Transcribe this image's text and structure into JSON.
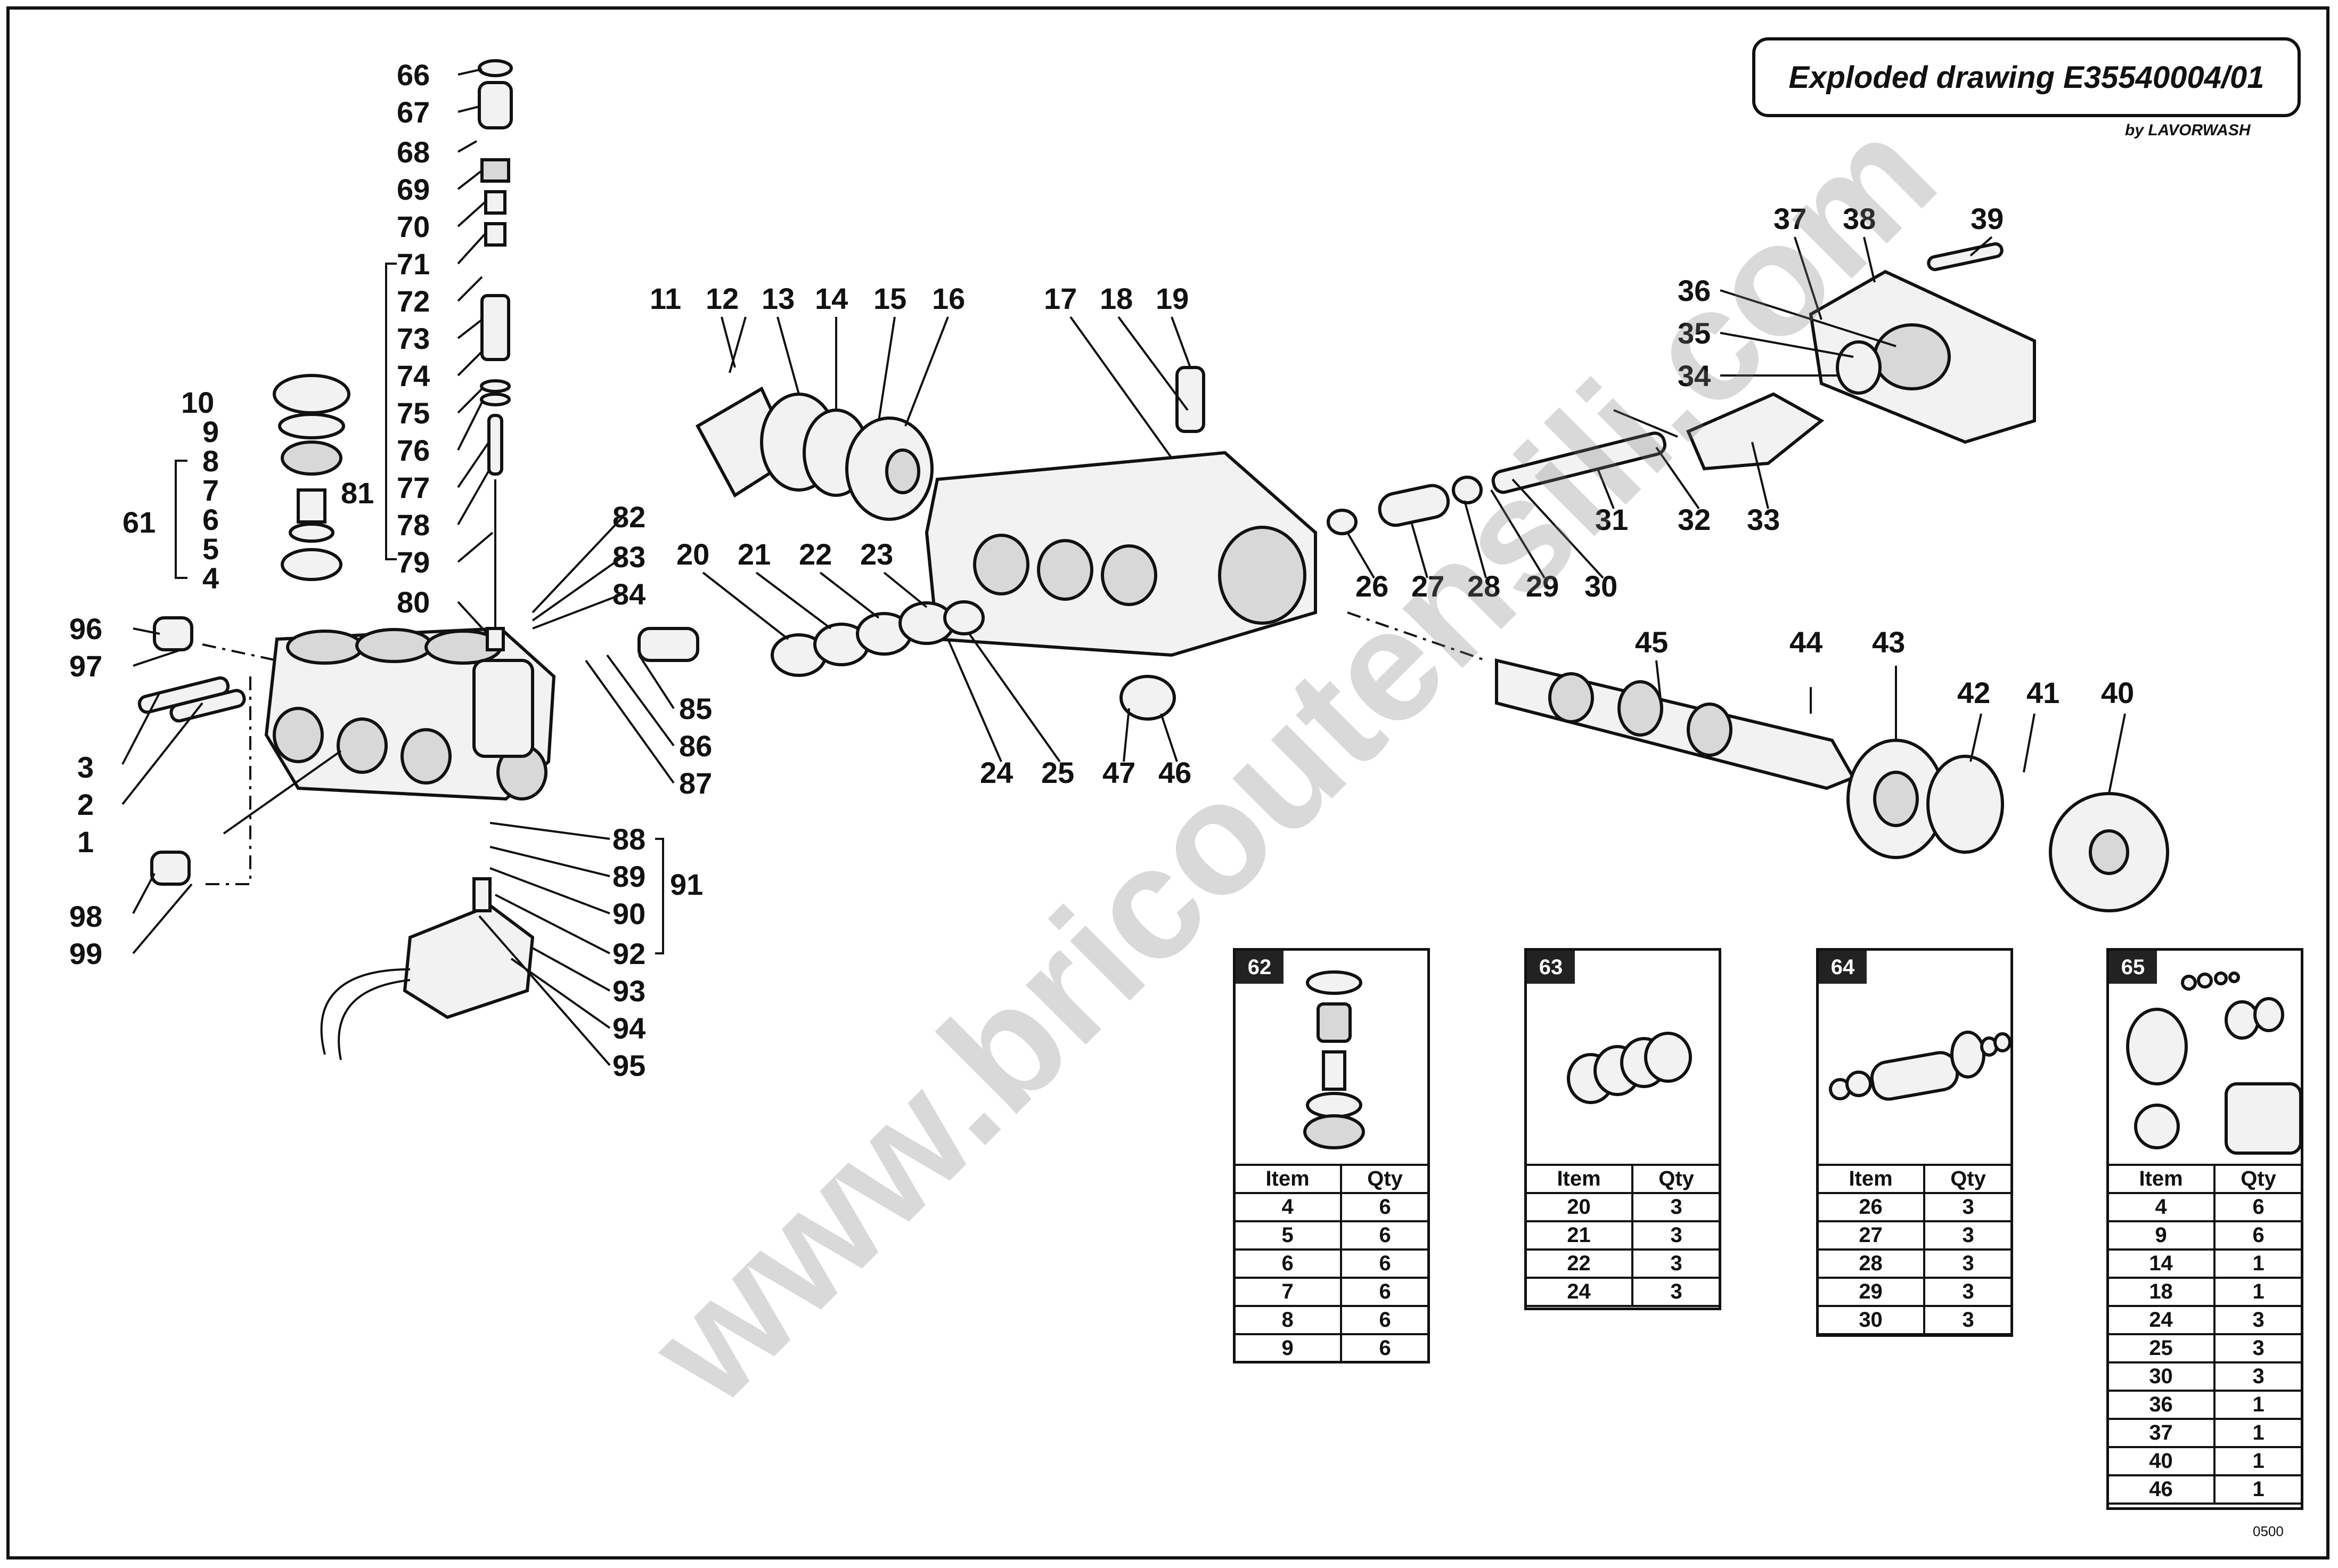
{
  "title": "Exploded drawing E35540004/01",
  "byline": "by LAVORWASH",
  "watermark": "www.bricoutensili.com",
  "footer_code": "0500",
  "callouts": [
    "66",
    "67",
    "68",
    "69",
    "70",
    "71",
    "72",
    "73",
    "74",
    "75",
    "76",
    "77",
    "78",
    "79",
    "80",
    "81",
    "10",
    "9",
    "8",
    "7",
    "6",
    "5",
    "4",
    "61",
    "96",
    "97",
    "3",
    "2",
    "1",
    "98",
    "99",
    "82",
    "83",
    "84",
    "85",
    "86",
    "87",
    "88",
    "89",
    "90",
    "91",
    "92",
    "93",
    "94",
    "95",
    "11",
    "12",
    "13",
    "14",
    "15",
    "16",
    "17",
    "18",
    "19",
    "20",
    "21",
    "22",
    "23",
    "24",
    "25",
    "47",
    "46",
    "26",
    "27",
    "28",
    "29",
    "30",
    "31",
    "32",
    "33",
    "34",
    "35",
    "36",
    "37",
    "38",
    "39",
    "45",
    "44",
    "43",
    "42",
    "41",
    "40"
  ],
  "kits": [
    {
      "id": "62",
      "header": [
        "Item",
        "Qty"
      ],
      "rows": [
        [
          "4",
          "6"
        ],
        [
          "5",
          "6"
        ],
        [
          "6",
          "6"
        ],
        [
          "7",
          "6"
        ],
        [
          "8",
          "6"
        ],
        [
          "9",
          "6"
        ]
      ]
    },
    {
      "id": "63",
      "header": [
        "Item",
        "Qty"
      ],
      "rows": [
        [
          "20",
          "3"
        ],
        [
          "21",
          "3"
        ],
        [
          "22",
          "3"
        ],
        [
          "24",
          "3"
        ]
      ]
    },
    {
      "id": "64",
      "header": [
        "Item",
        "Qty"
      ],
      "rows": [
        [
          "26",
          "3"
        ],
        [
          "27",
          "3"
        ],
        [
          "28",
          "3"
        ],
        [
          "29",
          "3"
        ],
        [
          "30",
          "3"
        ]
      ]
    },
    {
      "id": "65",
      "header": [
        "Item",
        "Qty"
      ],
      "rows": [
        [
          "4",
          "6"
        ],
        [
          "9",
          "6"
        ],
        [
          "14",
          "1"
        ],
        [
          "18",
          "1"
        ],
        [
          "24",
          "3"
        ],
        [
          "25",
          "3"
        ],
        [
          "30",
          "3"
        ],
        [
          "36",
          "1"
        ],
        [
          "37",
          "1"
        ],
        [
          "40",
          "1"
        ],
        [
          "46",
          "1"
        ]
      ]
    }
  ]
}
